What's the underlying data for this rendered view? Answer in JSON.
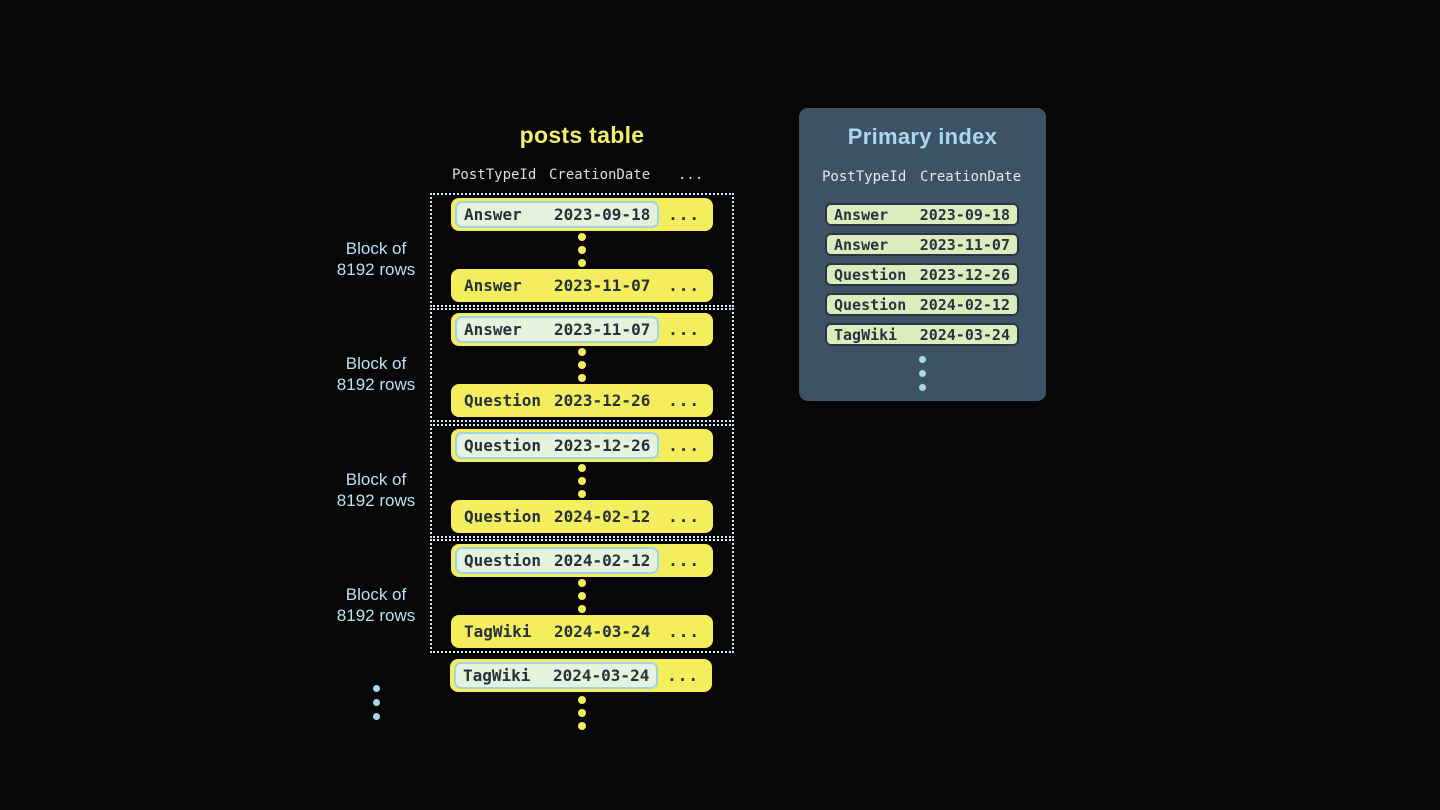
{
  "posts_table": {
    "title": "posts table",
    "columns": [
      "PostTypeId",
      "CreationDate",
      "..."
    ],
    "ellipsis": "...",
    "block_label": {
      "line1": "Block of",
      "line2": "8192 rows"
    },
    "blocks": [
      {
        "first": {
          "type": "Answer",
          "date": "2023-09-18",
          "highlighted": true
        },
        "last": {
          "type": "Answer",
          "date": "2023-11-07",
          "highlighted": false
        }
      },
      {
        "first": {
          "type": "Answer",
          "date": "2023-11-07",
          "highlighted": true
        },
        "last": {
          "type": "Question",
          "date": "2023-12-26",
          "highlighted": false
        }
      },
      {
        "first": {
          "type": "Question",
          "date": "2023-12-26",
          "highlighted": true
        },
        "last": {
          "type": "Question",
          "date": "2024-02-12",
          "highlighted": false
        }
      },
      {
        "first": {
          "type": "Question",
          "date": "2024-02-12",
          "highlighted": true
        },
        "last": {
          "type": "TagWiki",
          "date": "2024-03-24",
          "highlighted": false
        }
      }
    ],
    "overflow_row": {
      "type": "TagWiki",
      "date": "2024-03-24",
      "highlighted": true
    }
  },
  "primary_index": {
    "title": "Primary index",
    "columns": [
      "PostTypeId",
      "CreationDate"
    ],
    "rows": [
      {
        "type": "Answer",
        "date": "2023-09-18"
      },
      {
        "type": "Answer",
        "date": "2023-11-07"
      },
      {
        "type": "Question",
        "date": "2023-12-26"
      },
      {
        "type": "Question",
        "date": "2024-02-12"
      },
      {
        "type": "TagWiki",
        "date": "2024-03-24"
      }
    ]
  },
  "colors": {
    "background": "#070707",
    "row_yellow": "#f4ed5e",
    "dark_text": "#24323c",
    "highlight_fill": "#e6f2de",
    "highlight_border": "#9fd3e5",
    "dotted_block_border": "#d4ecf7",
    "light_blue_label": "#b7e2f1",
    "blue_dot": "#a6d9eb",
    "panel_background": "#3d5264",
    "panel_title": "#a9d8ee",
    "index_row_fill": "#ddecbf",
    "index_row_border": "#2a3741"
  }
}
